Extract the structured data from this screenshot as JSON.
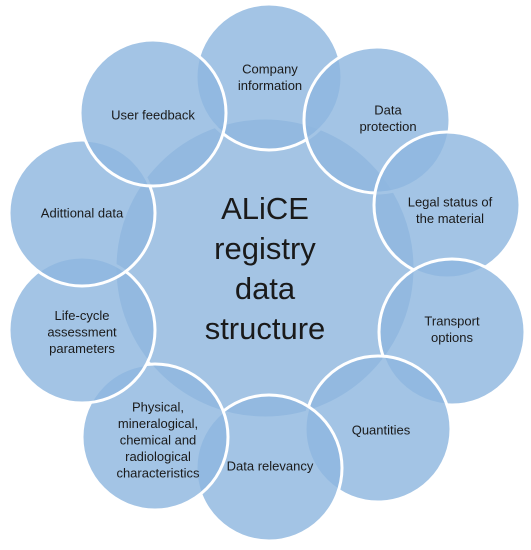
{
  "center": {
    "lines": [
      "ALiCE",
      "registry",
      "data",
      "structure"
    ]
  },
  "satellites": [
    {
      "lines": [
        "Company",
        "information"
      ]
    },
    {
      "lines": [
        "Data",
        "protection"
      ]
    },
    {
      "lines": [
        "Legal status of",
        "the material"
      ]
    },
    {
      "lines": [
        "Transport",
        "options"
      ]
    },
    {
      "lines": [
        "Quantities"
      ]
    },
    {
      "lines": [
        "Data relevancy"
      ]
    },
    {
      "lines": [
        "Physical,",
        "mineralogical,",
        "chemical and",
        "radiological",
        "characteristics"
      ]
    },
    {
      "lines": [
        "Life-cycle",
        "assessment",
        "parameters"
      ]
    },
    {
      "lines": [
        "Adittional data"
      ]
    },
    {
      "lines": [
        "User feedback"
      ]
    }
  ],
  "colors": {
    "fill": "#8fb7df",
    "fill_opacity": "0.82",
    "stroke": "#ffffff",
    "center_fill": "#9fc1e3"
  }
}
